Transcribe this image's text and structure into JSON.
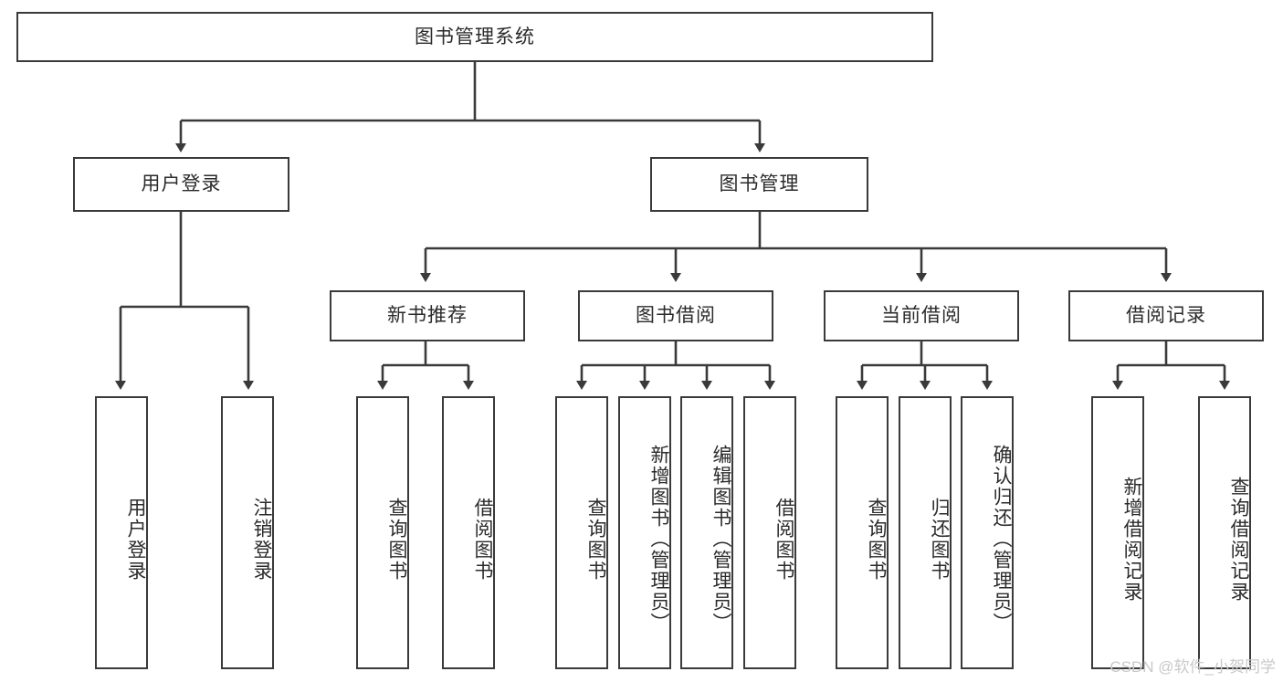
{
  "diagram": {
    "type": "tree",
    "title": "图书管理系统",
    "orientation": "top-down",
    "colors": {
      "box_border": "#3a3a3a",
      "box_fill": "#ffffff",
      "text": "#2b2b2b",
      "edge": "#3a3a3a",
      "watermark": "#c9c9c9"
    }
  },
  "root": {
    "label": "图书管理系统"
  },
  "level2": [
    {
      "label": "用户登录"
    },
    {
      "label": "图书管理"
    }
  ],
  "level3": [
    {
      "label": "新书推荐"
    },
    {
      "label": "图书借阅"
    },
    {
      "label": "当前借阅"
    },
    {
      "label": "借阅记录"
    }
  ],
  "leaves": [
    {
      "label": "用户登录",
      "parent": "用户登录"
    },
    {
      "label": "注销登录",
      "parent": "用户登录"
    },
    {
      "label": "查询图书",
      "parent": "新书推荐"
    },
    {
      "label": "借阅图书",
      "parent": "新书推荐"
    },
    {
      "label": "查询图书",
      "parent": "图书借阅"
    },
    {
      "label": "新增图书（管理员）",
      "parent": "图书借阅"
    },
    {
      "label": "编辑图书（管理员）",
      "parent": "图书借阅"
    },
    {
      "label": "借阅图书",
      "parent": "图书借阅"
    },
    {
      "label": "查询图书",
      "parent": "当前借阅"
    },
    {
      "label": "归还图书",
      "parent": "当前借阅"
    },
    {
      "label": "确认归还（管理员）",
      "parent": "当前借阅"
    },
    {
      "label": "新增借阅记录",
      "parent": "借阅记录"
    },
    {
      "label": "查询借阅记录",
      "parent": "借阅记录"
    }
  ],
  "watermark": {
    "text": "CSDN @软件_小贺同学"
  }
}
